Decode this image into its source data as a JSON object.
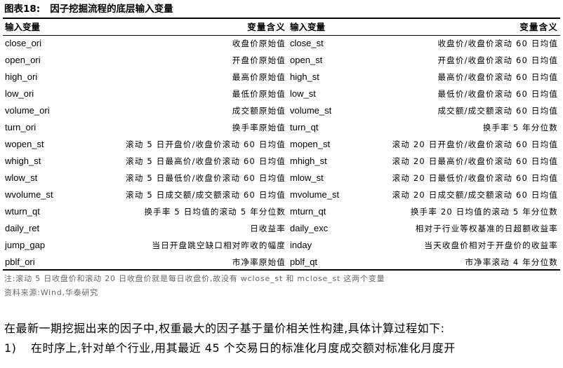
{
  "figure": {
    "label": "图表18:",
    "title": "因子挖掘流程的底层输入变量"
  },
  "table": {
    "headers": [
      "输入变量",
      "变量含义",
      "输入变量",
      "变量含义"
    ],
    "rows": [
      [
        "close_ori",
        "收盘价原始值",
        "close_st",
        "收盘价/收盘价滚动 60 日均值"
      ],
      [
        "open_ori",
        "开盘价原始值",
        "open_st",
        "开盘价/收盘价滚动 60 日均值"
      ],
      [
        "high_ori",
        "最高价原始值",
        "high_st",
        "最高价/收盘价滚动 60 日均值"
      ],
      [
        "low_ori",
        "最低价原始值",
        "low_st",
        "最低价/收盘价滚动 60 日均值"
      ],
      [
        "volume_ori",
        "成交额原始值",
        "volume_st",
        "成交额/成交额滚动 60 日均值"
      ],
      [
        "turn_ori",
        "换手率原始值",
        "turn_qt",
        "换手率 5 年分位数"
      ],
      [
        "wopen_st",
        "滚动 5 日开盘价/收盘价滚动 60 日均值",
        "mopen_st",
        "滚动 20 日开盘价/收盘价滚动 60 日均值"
      ],
      [
        "whigh_st",
        "滚动 5 日最高价/收盘价滚动 60 日均值",
        "mhigh_st",
        "滚动 20 日最高价/收盘价滚动 60 日均值"
      ],
      [
        "wlow_st",
        "滚动 5 日最低价/收盘价滚动 60 日均值",
        "mlow_st",
        "滚动 20 日最低价/收盘价滚动 60 日均值"
      ],
      [
        "wvolume_st",
        "滚动 5 日成交额/成交额滚动 60 日均值",
        "mvolume_st",
        "滚动 20 日成交额/成交额滚动 60 日均值"
      ],
      [
        "wturn_qt",
        "换手率 5 日均值的滚动 5 年分位数",
        "mturn_qt",
        "换手率 20 日均值的滚动 5 年分位数"
      ],
      [
        "daily_ret",
        "日收益率",
        "daily_exc",
        "相对于行业等权基准的日超额收益率"
      ],
      [
        "jump_gap",
        "当日开盘跳空缺口相对昨收的幅度",
        "inday",
        "当天收盘价相对于开盘价的收益率"
      ],
      [
        "pblf_ori",
        "市净率原始值",
        "pblf_qt",
        "市净率滚动 4 年分位数"
      ]
    ]
  },
  "notes": {
    "note": "注:滚动 5 日收盘价和滚动 20 日收盘价就是每日收盘价,故没有 wclose_st 和 mclose_st 这两个变量",
    "source": "资料来源:Wind,华泰研究"
  },
  "body": {
    "paragraph": "在最新一期挖掘出来的因子中,权重最大的因子基于量价相关性构建,具体计算过程如下:",
    "list": [
      {
        "number": "1)",
        "text": "在时序上,针对单个行业,用其最近 45 个交易日的标准化月度成交额对标准化月度开"
      }
    ]
  }
}
